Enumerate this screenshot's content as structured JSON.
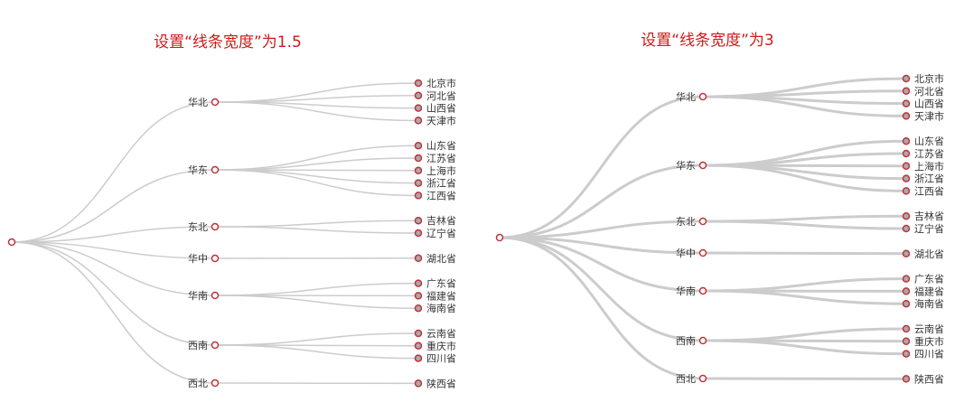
{
  "colors": {
    "title": "#d0191a",
    "link": "#cccccc",
    "node_stroke": "#c0323a",
    "leaf_fill": "#aaaaaa",
    "branch_fill": "#ffffff",
    "label": "#333333"
  },
  "charts": [
    {
      "title": "设置“线条宽度”为1.5",
      "line_width": 1.5,
      "root": "",
      "regions": [
        {
          "name": "华北",
          "provinces": [
            "北京市",
            "河北省",
            "山西省",
            "天津市"
          ]
        },
        {
          "name": "华东",
          "provinces": [
            "山东省",
            "江苏省",
            "上海市",
            "浙江省",
            "江西省"
          ]
        },
        {
          "name": "东北",
          "provinces": [
            "吉林省",
            "辽宁省"
          ]
        },
        {
          "name": "华中",
          "provinces": [
            "湖北省"
          ]
        },
        {
          "name": "华南",
          "provinces": [
            "广东省",
            "福建省",
            "海南省"
          ]
        },
        {
          "name": "西南",
          "provinces": [
            "云南省",
            "重庆市",
            "四川省"
          ]
        },
        {
          "name": "西北",
          "provinces": [
            "陕西省"
          ]
        }
      ]
    },
    {
      "title": "设置“线条宽度”为3",
      "line_width": 3,
      "root": "",
      "regions": [
        {
          "name": "华北",
          "provinces": [
            "北京市",
            "河北省",
            "山西省",
            "天津市"
          ]
        },
        {
          "name": "华东",
          "provinces": [
            "山东省",
            "江苏省",
            "上海市",
            "浙江省",
            "江西省"
          ]
        },
        {
          "name": "东北",
          "provinces": [
            "吉林省",
            "辽宁省"
          ]
        },
        {
          "name": "华中",
          "provinces": [
            "湖北省"
          ]
        },
        {
          "name": "华南",
          "provinces": [
            "广东省",
            "福建省",
            "海南省"
          ]
        },
        {
          "name": "西南",
          "provinces": [
            "云南省",
            "重庆市",
            "四川省"
          ]
        },
        {
          "name": "西北",
          "provinces": [
            "陕西省"
          ]
        }
      ]
    }
  ]
}
